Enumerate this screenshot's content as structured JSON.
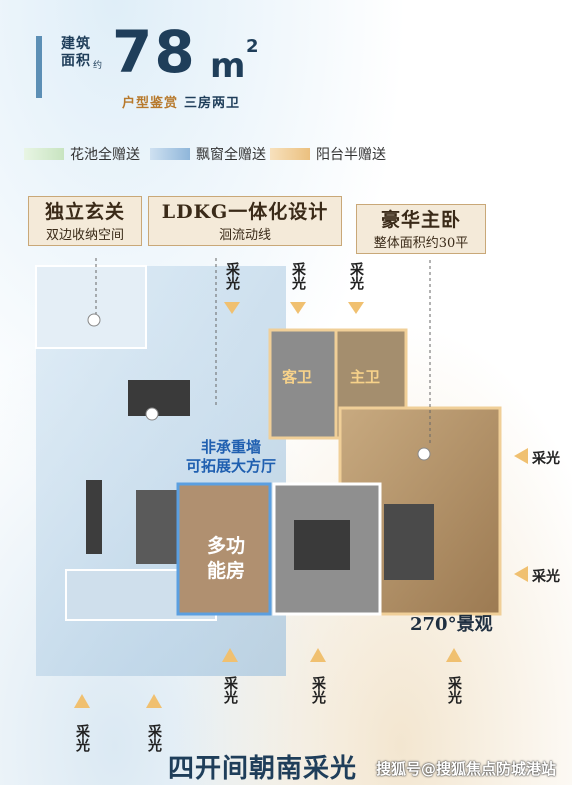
{
  "header": {
    "gfa_label": "建筑面积",
    "gfa_unit_small": "约",
    "gfa_value": "78",
    "gfa_unit": "m",
    "gfa_unit_sup": "2",
    "subtitle_gold": "户型鉴赏",
    "subtitle_dark": "三房两卫"
  },
  "legend": [
    {
      "label": "花池全赠送",
      "color": "#d6ecd0"
    },
    {
      "label": "飘窗全赠送",
      "color": "#a9c9e6"
    },
    {
      "label": "阳台半赠送",
      "color": "#f1cf98"
    }
  ],
  "callouts": {
    "entrance": {
      "title": "独立玄关",
      "sub": "双边收纳空间"
    },
    "ldkg": {
      "title": "LDKG一体化设计",
      "sub": "洄流动线"
    },
    "master": {
      "title": "豪华主卧",
      "sub": "整体面积约30平"
    }
  },
  "rooms": {
    "guest_bath": "客卫",
    "master_bath": "主卫",
    "multi_room_1": "多功",
    "multi_room_2": "能房",
    "wall_note_1": "非承重墙",
    "wall_note_2": "可拓展大方厅",
    "view": "270°景观"
  },
  "light_label": "采光",
  "bottom_title": "四开间朝南采光",
  "watermark": "搜狐号@搜狐焦点防城港站"
}
